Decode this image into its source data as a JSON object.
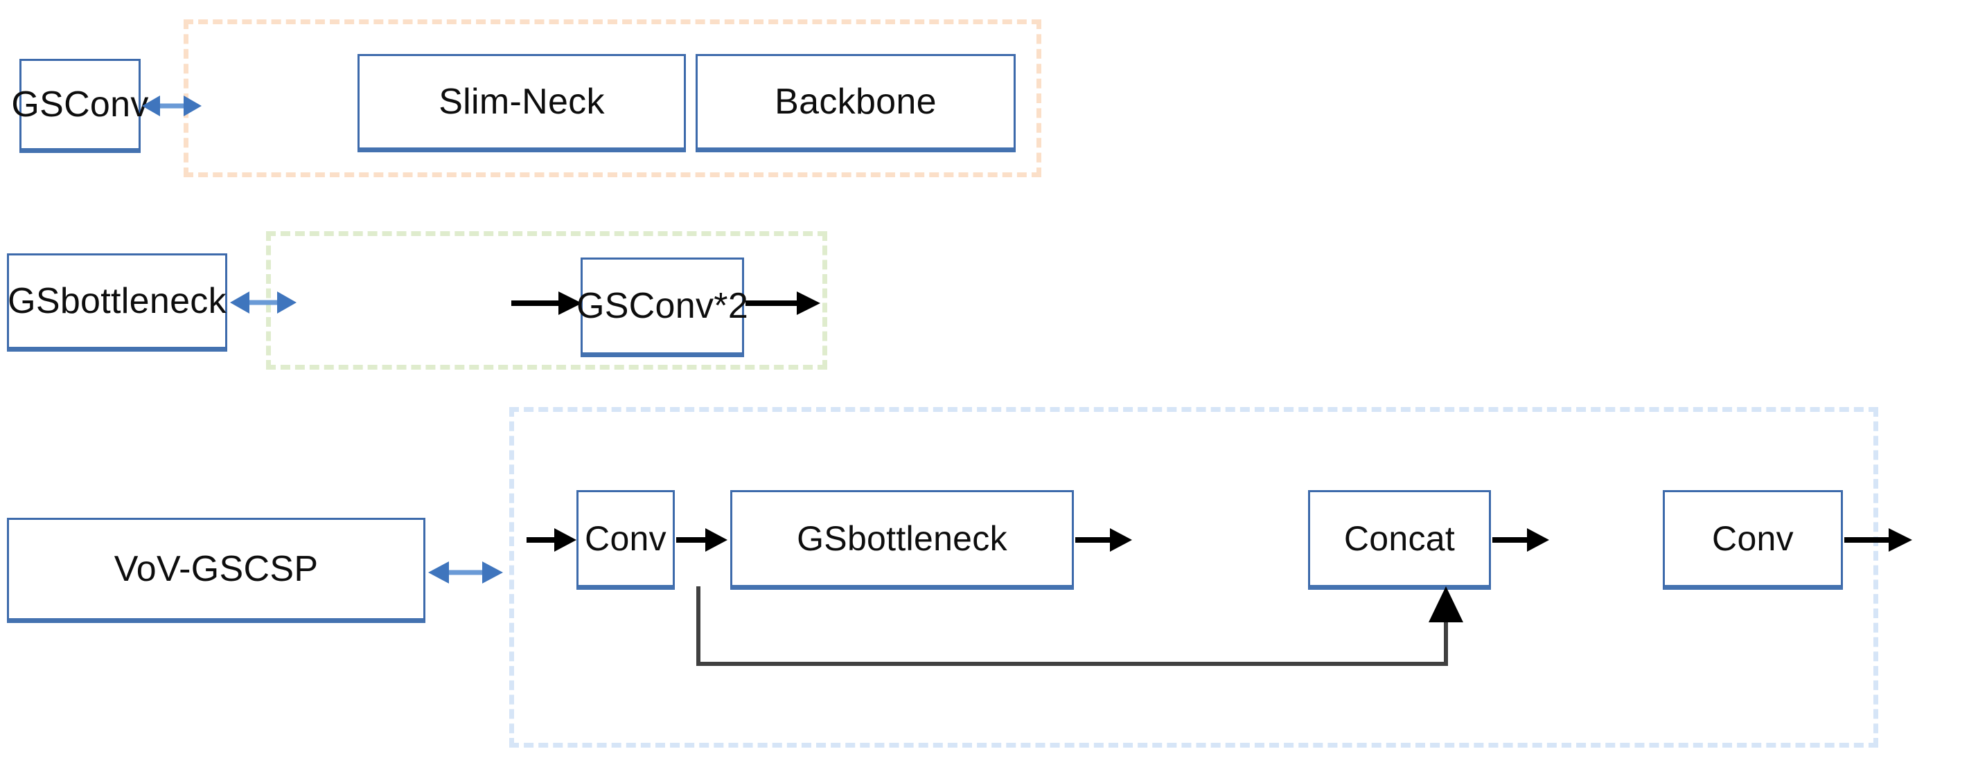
{
  "diagram": {
    "title": "Slim-Neck module composition diagram",
    "colors": {
      "node_border": "#3d6aab",
      "node_border_bottom": "#4472b0",
      "node_fill": "#ffffff",
      "text": "#0d0d0d",
      "bi_arrow": "#3f75bd",
      "flow_arrow": "#000000",
      "group_orange": "#fbdfc8",
      "group_green": "#dfeccd",
      "group_blue": "#d6e5f7",
      "skip_line": "#404040"
    },
    "rows": [
      {
        "id": "row-gsconv",
        "source_label": "GSConv",
        "relation": "bidirectional",
        "group_color_name": "orange",
        "group_nodes": [
          {
            "label": "Slim-Neck"
          },
          {
            "label": "Backbone"
          }
        ]
      },
      {
        "id": "row-gsbottleneck",
        "source_label": "GSbottleneck",
        "relation": "bidirectional",
        "group_color_name": "green",
        "group_nodes": [
          {
            "label": "GSConv*2"
          }
        ]
      },
      {
        "id": "row-vov-gscsp",
        "source_label": "VoV-GSCSP",
        "relation": "bidirectional",
        "group_color_name": "blue",
        "group_nodes": [
          {
            "label": "Conv"
          },
          {
            "label": "GSbottleneck"
          },
          {
            "label": "Concat"
          },
          {
            "label": "Conv"
          }
        ],
        "skip_connection": {
          "from": "Conv",
          "to": "Concat",
          "style": "bottom-routed"
        }
      }
    ]
  }
}
